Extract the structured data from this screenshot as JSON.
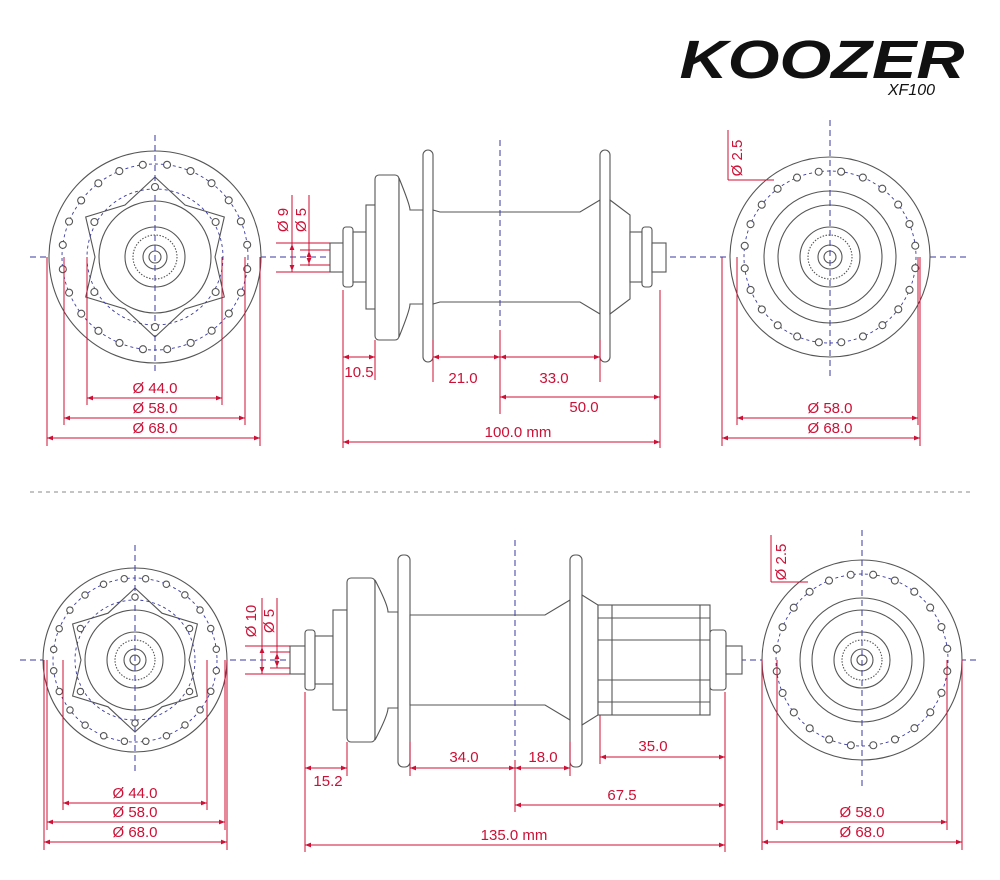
{
  "brand": {
    "logo": "KOOZER",
    "model": "XF100"
  },
  "front_hub": {
    "disc_side": {
      "d44": "Ø 44.0",
      "d58": "Ø 58.0",
      "d68": "Ø 68.0"
    },
    "side_view": {
      "axle_d9": "Ø 9",
      "axle_d5": "Ø 5",
      "d10_5": "10.5",
      "d21": "21.0",
      "d33": "33.0",
      "d50": "50.0",
      "overall": "100.0 mm"
    },
    "flange_side": {
      "hole": "Ø 2.5",
      "d58": "Ø 58.0",
      "d68": "Ø 68.0"
    }
  },
  "rear_hub": {
    "disc_side": {
      "d44": "Ø 44.0",
      "d58": "Ø 58.0",
      "d68": "Ø 68.0"
    },
    "side_view": {
      "axle_d10": "Ø 10",
      "axle_d5": "Ø 5",
      "d15_2": "15.2",
      "d34": "34.0",
      "d18": "18.0",
      "d35": "35.0",
      "d67_5": "67.5",
      "overall": "135.0 mm"
    },
    "flange_side": {
      "hole": "Ø 2.5",
      "d58": "Ø 58.0",
      "d68": "Ø 68.0"
    }
  },
  "colors": {
    "dimension": "#cc1036",
    "centerline": "#3a3aa0",
    "outline": "#555555"
  }
}
